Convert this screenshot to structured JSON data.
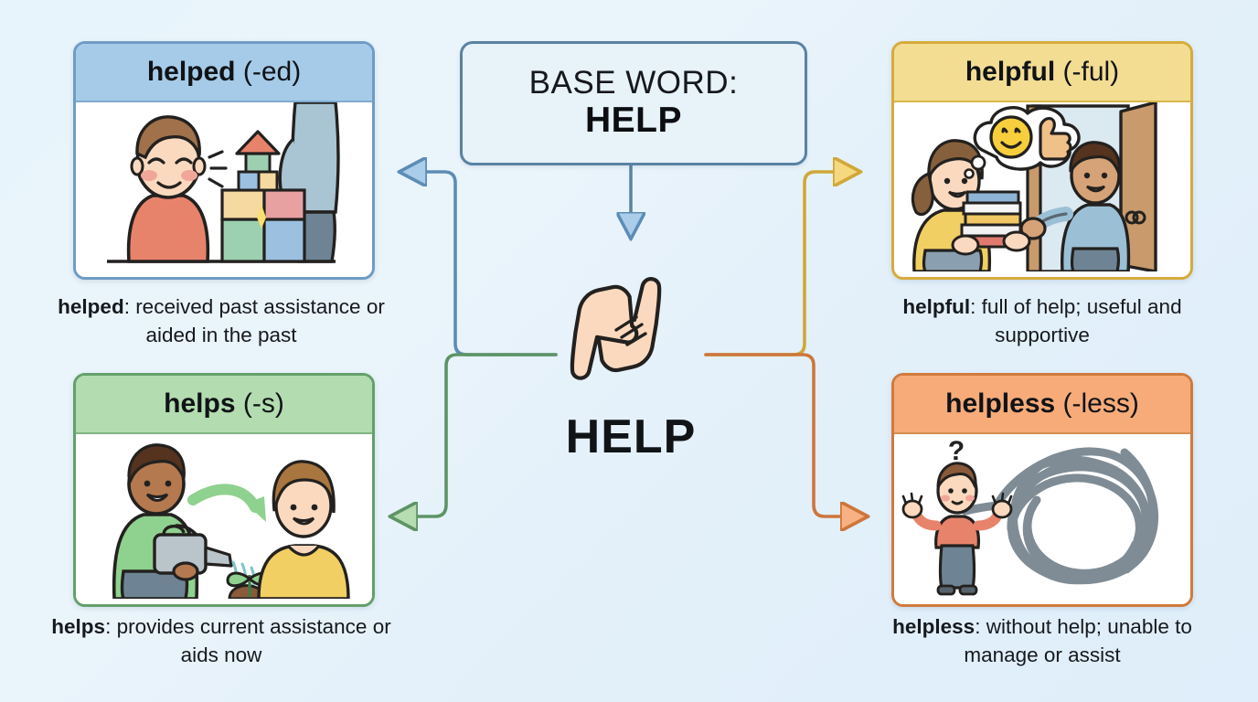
{
  "base": {
    "label_line1": "BASE WORD:",
    "label_line2": "HELP",
    "center_word": "HELP",
    "center_illustration": "two-hands-helping-illustration"
  },
  "colors": {
    "background": "#e8f4fb",
    "base_border": "#5a82a3",
    "base_fill": "#e7f2f9",
    "helped_header": "#a6cbe8",
    "helped_border": "#6f9cc4",
    "helps_header": "#b3dcb0",
    "helps_border": "#64a06a",
    "helpful_header": "#f3dd92",
    "helpful_border": "#d5ab3c",
    "helpless_header": "#f6ab79",
    "helpless_border": "#d07a3c",
    "text": "#16191d"
  },
  "cards": [
    {
      "id": "helped",
      "word": "helped",
      "suffix": "(-ed)",
      "caption_word": "helped",
      "caption_text": ": received past assistance or aided in the past",
      "illustration": "smiling-boy-with-blocks-and-puzzle-being-helped",
      "arrow_direction": "left",
      "arrow_color": "#6f9cc4"
    },
    {
      "id": "helps",
      "word": "helps",
      "suffix": "(-s)",
      "caption_word": "helps",
      "caption_text": ": provides current assistance or aids now",
      "illustration": "man-watering-plant-arrow-to-woman",
      "arrow_direction": "left",
      "arrow_color": "#64a06a"
    },
    {
      "id": "helpful",
      "word": "helpful",
      "suffix": "(-ful)",
      "caption_word": "helpful",
      "caption_text": ": full of help; useful and supportive",
      "illustration": "woman-with-books-man-holding-door-thought-bubble-smiley-thumbsup",
      "arrow_direction": "right",
      "arrow_color": "#d5ab3c"
    },
    {
      "id": "helpless",
      "word": "helpless",
      "suffix": "(-less)",
      "caption_word": "helpless",
      "caption_text": ": without help; unable to manage or assist",
      "illustration": "confused-boy-shrugging-beside-tangled-knot",
      "arrow_direction": "right",
      "arrow_color": "#d07a3c"
    }
  ],
  "connectors": [
    {
      "name": "base-to-hands",
      "color": "#6f9cc4",
      "direction": "down"
    },
    {
      "name": "hands-to-helped",
      "color": "#6f9cc4",
      "direction": "left-up"
    },
    {
      "name": "hands-to-helps",
      "color": "#64a06a",
      "direction": "left-down"
    },
    {
      "name": "hands-to-helpful",
      "color": "#d5ab3c",
      "direction": "right-up"
    },
    {
      "name": "hands-to-helpless",
      "color": "#d07a3c",
      "direction": "right-down"
    }
  ]
}
